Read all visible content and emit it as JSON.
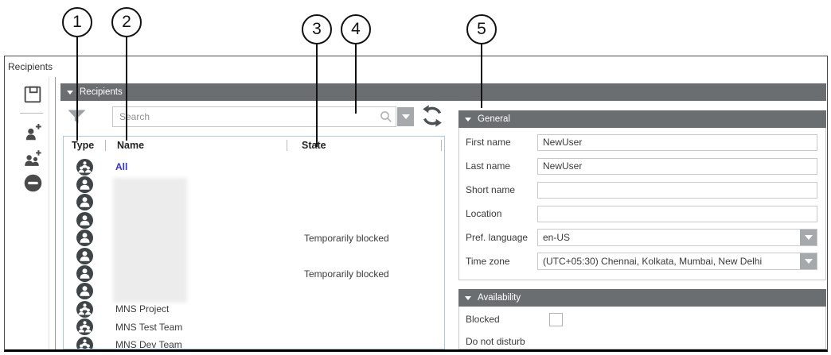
{
  "widget": {
    "title": "Recipients"
  },
  "callouts": [
    {
      "label": "1"
    },
    {
      "label": "2"
    },
    {
      "label": "3"
    },
    {
      "label": "4"
    },
    {
      "label": "5"
    }
  ],
  "toolbar": {
    "icons": [
      "save-icon",
      "add-user-icon",
      "add-group-icon",
      "remove-icon"
    ]
  },
  "left": {
    "section_title": "Recipients",
    "search": {
      "placeholder": "Search",
      "icons": [
        "filter-icon",
        "search-icon",
        "dropdown-icon",
        "refresh-icon"
      ]
    },
    "table": {
      "columns": [
        "Type",
        "Name",
        "State"
      ],
      "rows": [
        {
          "type": "group",
          "name": "All",
          "state": "",
          "emphasis": "link",
          "redacted": false
        },
        {
          "type": "person",
          "name": "",
          "state": "",
          "redacted": true
        },
        {
          "type": "person",
          "name": "",
          "state": "",
          "redacted": true
        },
        {
          "type": "person",
          "name": "",
          "state": "",
          "redacted": true
        },
        {
          "type": "person",
          "name": "",
          "state": "Temporarily blocked",
          "redacted": true
        },
        {
          "type": "person",
          "name": "",
          "state": "",
          "redacted": true
        },
        {
          "type": "person",
          "name": "",
          "state": "Temporarily blocked",
          "redacted": true
        },
        {
          "type": "person",
          "name": "",
          "state": "",
          "redacted": true
        },
        {
          "type": "group",
          "name": "MNS Project",
          "state": "",
          "redacted": false
        },
        {
          "type": "group",
          "name": "MNS Test Team",
          "state": "",
          "redacted": false
        },
        {
          "type": "group",
          "name": "MNS Dev Team",
          "state": "",
          "redacted": false
        }
      ]
    }
  },
  "right": {
    "general": {
      "title": "General",
      "fields": [
        {
          "label": "First name",
          "value": "NewUser",
          "kind": "text"
        },
        {
          "label": "Last name",
          "value": "NewUser",
          "kind": "text"
        },
        {
          "label": "Short name",
          "value": "",
          "kind": "text"
        },
        {
          "label": "Location",
          "value": "",
          "kind": "text"
        },
        {
          "label": "Pref. language",
          "value": "en-US",
          "kind": "select"
        },
        {
          "label": "Time zone",
          "value": "(UTC+05:30) Chennai, Kolkata, Mumbai, New Delhi",
          "kind": "select"
        }
      ]
    },
    "availability": {
      "title": "Availability",
      "items": [
        {
          "label": "Blocked",
          "control": "checkbox",
          "checked": false
        },
        {
          "label": "Do not disturb"
        }
      ]
    }
  },
  "colors": {
    "section_bar": "#6b6e70",
    "section_bar_text": "#ffffff",
    "all_link_blue": "#3232d8",
    "list_border_blue": "#a9c7e7",
    "type_icon_dark": "#3f4447",
    "toolbar_icon": "#4a4a4a",
    "dropdown_button_gray": "#a6a9ab",
    "callout_line": "#111111"
  }
}
